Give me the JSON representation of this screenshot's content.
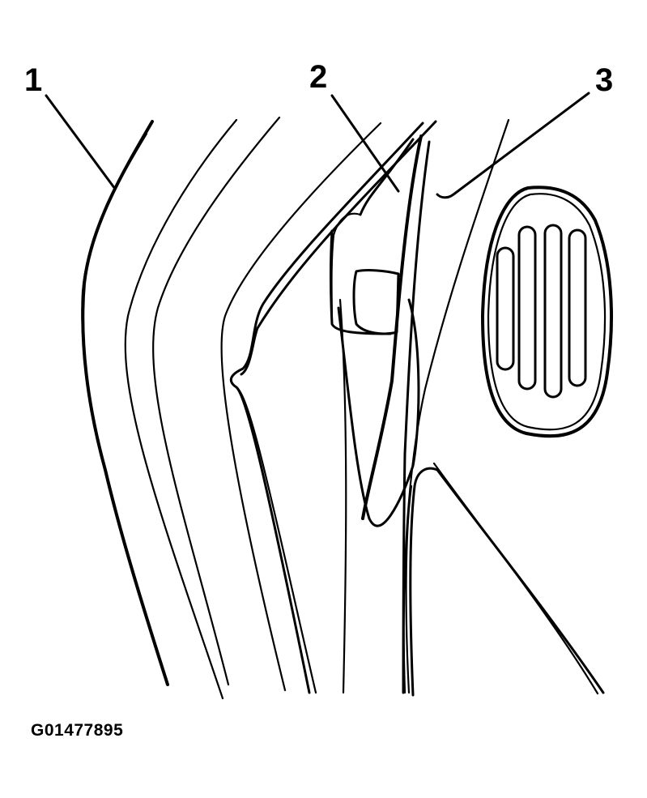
{
  "callouts": [
    {
      "id": "callout-1",
      "label": "1"
    },
    {
      "id": "callout-2",
      "label": "2"
    },
    {
      "id": "callout-3",
      "label": "3"
    }
  ],
  "figure_id": "G01477895",
  "colors": {
    "ink": "#000000",
    "background": "#ffffff"
  }
}
